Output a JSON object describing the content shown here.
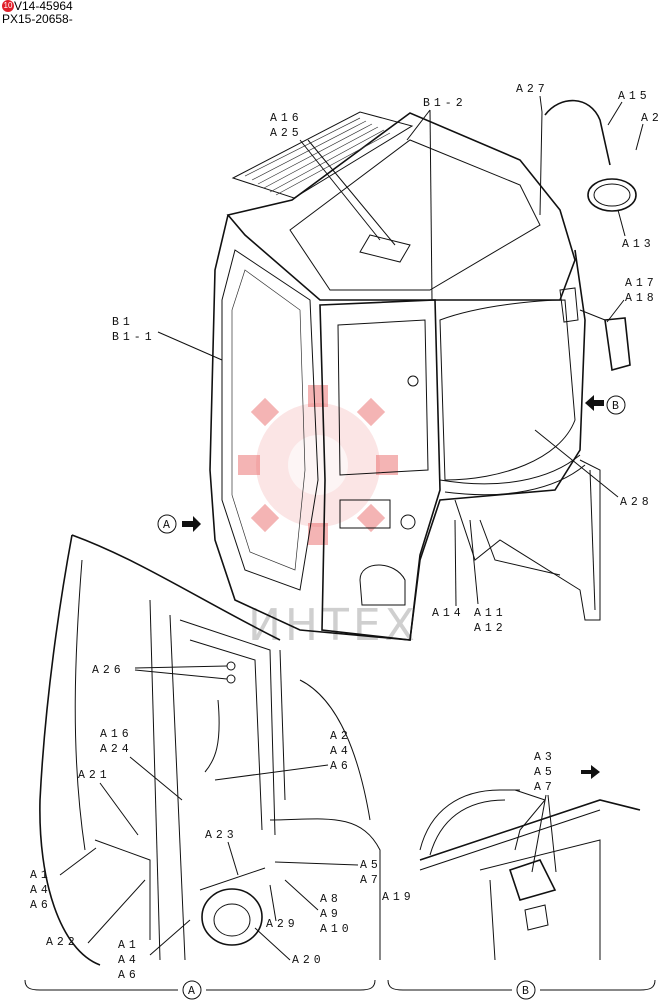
{
  "header": {
    "badge": "10",
    "line1": "V14-45964",
    "line2": "PX15-20658-"
  },
  "watermark": {
    "brand": "ИНТЕХ"
  },
  "callouts": {
    "a27": "A27",
    "a15": "A15",
    "a2_top": "A2",
    "a13": "A13",
    "a17": "A17",
    "a18": "A18",
    "a28": "A28",
    "a16_top": "A16",
    "a25": "A25",
    "b1_2": "B1-2",
    "b1": "B1",
    "b1_1": "B1-1",
    "a14": "A14",
    "a11": "A11",
    "a12": "A12",
    "a26": "A26",
    "a16_mid": "A16",
    "a24": "A24",
    "a21": "A21",
    "a2_mid": "A2",
    "a4_mid": "A4",
    "a6_mid": "A6",
    "a23": "A23",
    "a5_l": "A5",
    "a7_l": "A7",
    "a1_a": "A1",
    "a4_a": "A4",
    "a6_a": "A6",
    "a8": "A8",
    "a9": "A9",
    "a10": "A10",
    "a29": "A29",
    "a22": "A22",
    "a1_b": "A1",
    "a4_b": "A4",
    "a6_b": "A6",
    "a20": "A20",
    "a3": "A3",
    "a5_r": "A5",
    "a7_r": "A7",
    "a19": "A19"
  },
  "view_markers": {
    "view_a": "A",
    "view_b": "B",
    "section_a": "A",
    "section_b": "B"
  }
}
